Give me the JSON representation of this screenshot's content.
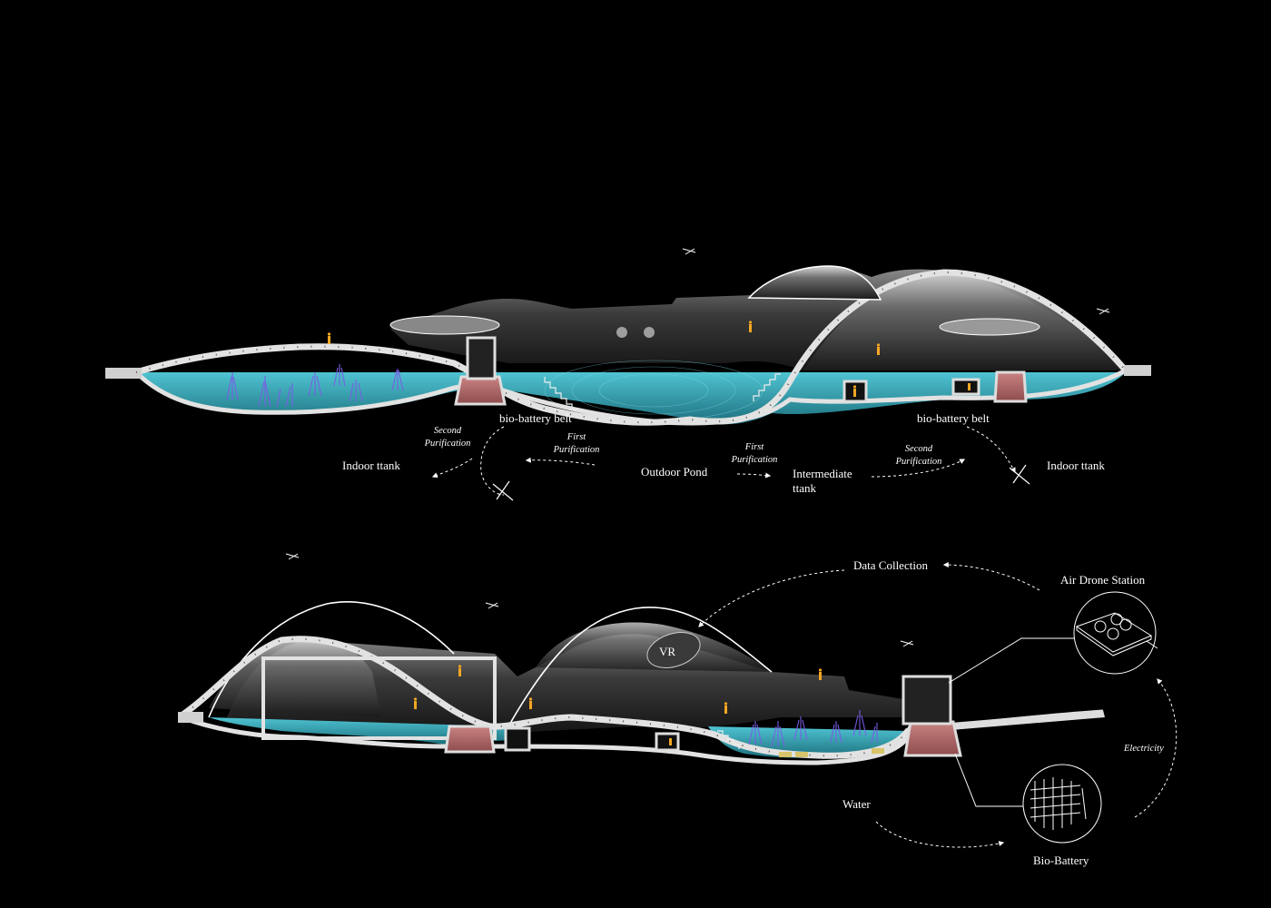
{
  "section_top": {
    "labels": {
      "indoor_tank_left": "Indoor ttank",
      "indoor_tank_right": "Indoor ttank",
      "bio_battery_belt_left": "bio-battery belt",
      "bio_battery_belt_right": "bio-battery belt",
      "outdoor_pond": "Outdoor Pond",
      "intermediate_tank_line1": "Intermediate",
      "intermediate_tank_line2": "ttank"
    },
    "flows": {
      "second_purification_left": [
        "Second",
        "Purification"
      ],
      "first_purification_left": [
        "First",
        "Purification"
      ],
      "first_purification_right": [
        "First",
        "Purification"
      ],
      "second_purification_right": [
        "Second",
        "Purification"
      ]
    }
  },
  "section_bottom": {
    "labels": {
      "data_collection": "Data Collection",
      "air_drone_station": "Air Drone Station",
      "vr": "VR",
      "electricity": "Electricity",
      "water": "Water",
      "bio_battery": "Bio-Battery"
    }
  },
  "colors": {
    "background": "#000000",
    "water": "#3fb7c6",
    "shell": "#d9d9d9",
    "tank_red": "#b96b6b",
    "plants": "#6a4cd8",
    "people": "#f5a623"
  }
}
